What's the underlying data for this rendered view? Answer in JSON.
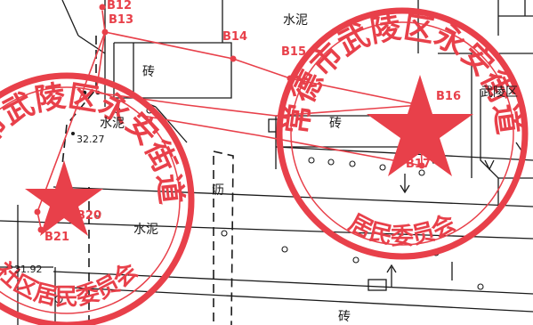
{
  "map": {
    "material_labels": {
      "cement_top": "水泥",
      "brick_a": "砖",
      "cement_left": "水泥",
      "brick_b": "砖",
      "asphalt": "沥",
      "cement_mid": "水泥",
      "brick_bottom": "砖",
      "wuling_partial": "武陵区"
    },
    "elevations": {
      "e1": "32.27",
      "e2": "31.92"
    },
    "boundary_points": {
      "b12": "B12",
      "b13": "B13",
      "b14": "B14",
      "b15": "B15",
      "b16": "B16",
      "b17": "B17",
      "b20": "B20",
      "b21": "B21"
    },
    "seals": {
      "right": {
        "top_text": "常德市武陵区永安街道",
        "bottom_text": "居民委员会"
      },
      "left": {
        "top_text": "常德市武陵区永安街道",
        "bottom_text": "社区居民委员会"
      }
    },
    "colors": {
      "seal_red": "#e8404a",
      "line_black": "#1a1a1a",
      "boundary_red": "#e8404a"
    }
  }
}
